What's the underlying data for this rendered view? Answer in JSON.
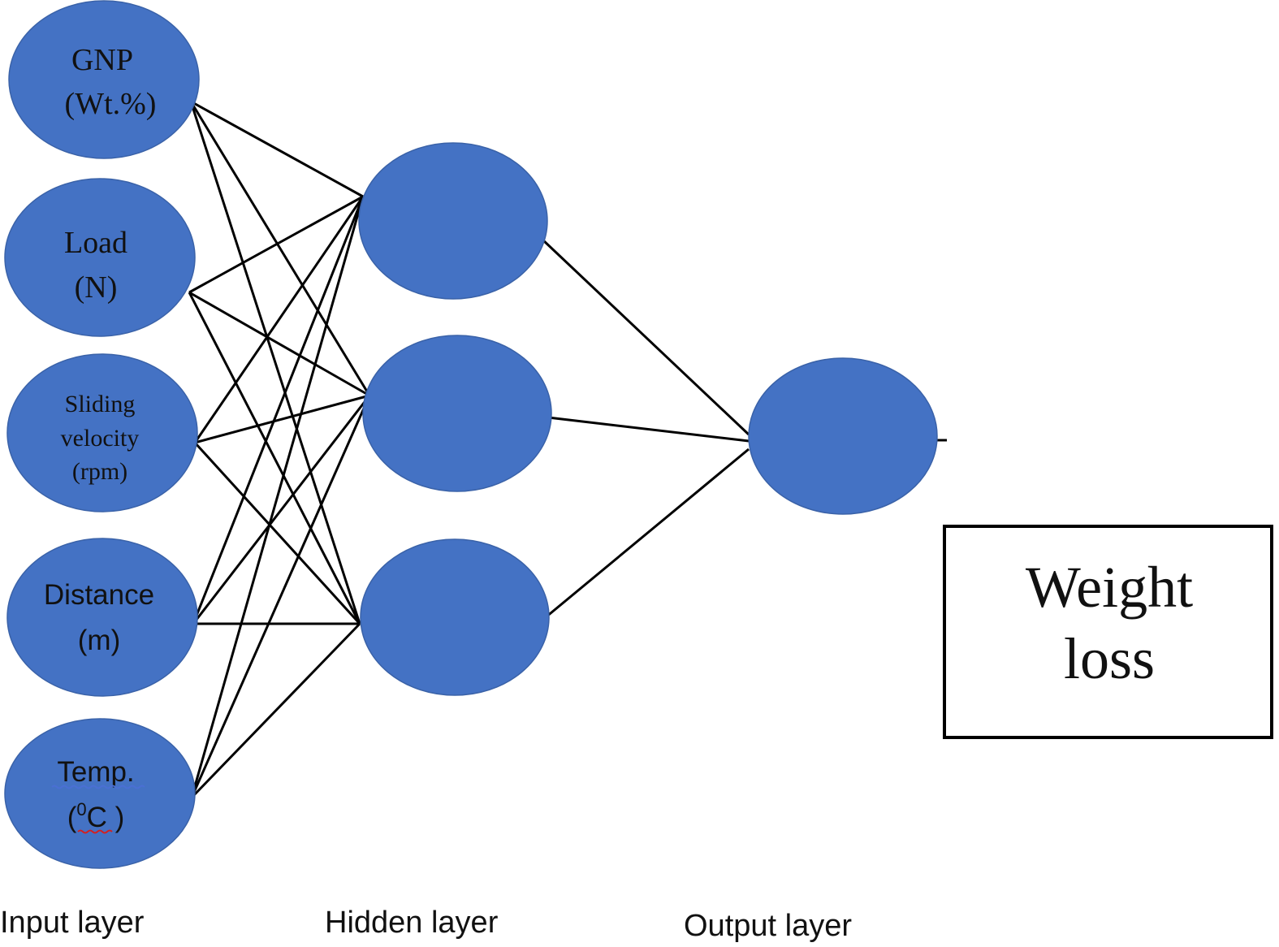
{
  "input_layer": {
    "label": "Input layer",
    "nodes": [
      {
        "line1": "GNP",
        "line2": "(Wt.%)"
      },
      {
        "line1": "Load",
        "line2": "(N)"
      },
      {
        "line1": "Sliding",
        "line2": "velocity",
        "line3": "(rpm)"
      },
      {
        "line1": "Distance",
        "line2": "(m)"
      },
      {
        "line1": "Temp.",
        "line2_open": "(",
        "line2_sup": "0",
        "line2_rest": "C )"
      }
    ]
  },
  "hidden_layer": {
    "label": "Hidden layer",
    "node_count": 3
  },
  "output_layer": {
    "label": "Output layer",
    "node_count": 1
  },
  "output": {
    "line1": "Weight",
    "line2": "loss"
  },
  "colors": {
    "node_fill": "#4472c4",
    "edge": "#000000",
    "spellcheck_blue": "#4a6fd4",
    "spellcheck_red": "#d42020"
  }
}
